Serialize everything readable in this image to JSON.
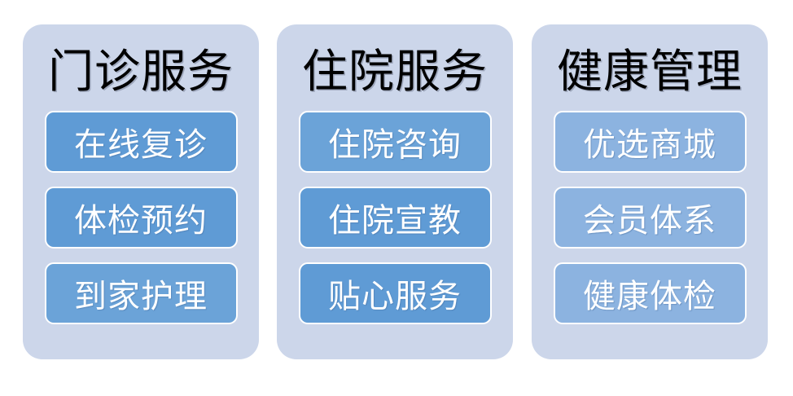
{
  "theme": {
    "page_background": "#ffffff",
    "panel_background": "#ccd6ea",
    "button_blue_strong": "#5f9bd5",
    "button_blue_mid": "#6ba3d8",
    "button_blue_light": "#8cb3e0",
    "title_color": "#000000",
    "button_text_color": "#ffffff",
    "button_border_color": "#ffffff"
  },
  "panels": [
    {
      "title": "门诊服务",
      "buttons": [
        {
          "label": "在线复诊",
          "tone": "tone-a"
        },
        {
          "label": "体检预约",
          "tone": "tone-a"
        },
        {
          "label": "到家护理",
          "tone": "tone-b"
        }
      ]
    },
    {
      "title": "住院服务",
      "buttons": [
        {
          "label": "住院咨询",
          "tone": "tone-b"
        },
        {
          "label": "住院宣教",
          "tone": "tone-a"
        },
        {
          "label": "贴心服务",
          "tone": "tone-a"
        }
      ]
    },
    {
      "title": "健康管理",
      "buttons": [
        {
          "label": "优选商城",
          "tone": "tone-c"
        },
        {
          "label": "会员体系",
          "tone": "tone-c"
        },
        {
          "label": "健康体检",
          "tone": "tone-c"
        }
      ]
    }
  ]
}
